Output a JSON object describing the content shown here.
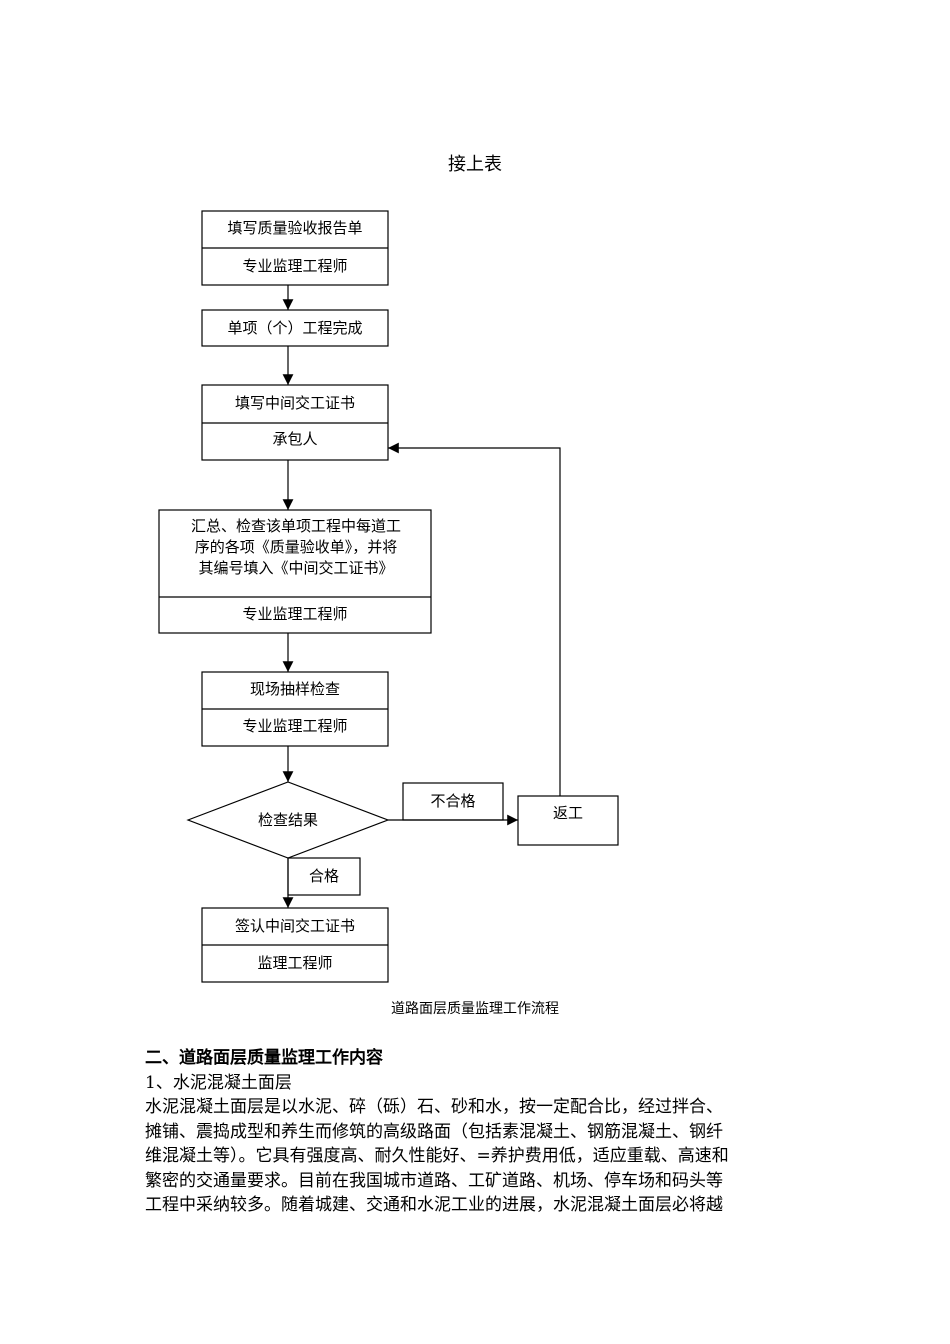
{
  "doc": {
    "title": "接上表",
    "caption": "道路面层质量监理工作流程",
    "section_heading": "二、道路面层质量监理工作内容",
    "subheading": "1、水泥混凝土面层",
    "body_lines": [
      "水泥混凝土面层是以水泥、碎（砾）石、砂和水，按一定配合比，经过拌合、",
      "摊铺、震捣成型和养生而修筑的高级路面（包括素混凝土、钢筋混凝土、钢纤",
      "维混凝土等）。它具有强度高、耐久性能好、=养护费用低，适应重载、高速和",
      "繁密的交通量要求。目前在我国城市道路、工矿道路、机场、停车场和码头等",
      "工程中采纳较多。随着城建、交通和水泥工业的进展，水泥混凝土面层必将越"
    ]
  },
  "flow": {
    "box1": {
      "top": "填写质量验收报告单",
      "bottom": "专业监理工程师"
    },
    "box2": "单项（个）工程完成",
    "box3": {
      "top": "填写中间交工证书",
      "bottom": "承包人"
    },
    "box4": {
      "lines": [
        "汇总、检查该单项工程中每道工",
        "序的各项《质量验收单》，并将",
        "其编号填入《中间交工证书》"
      ],
      "bottom": "专业监理工程师"
    },
    "box5": {
      "top": "现场抽样检查",
      "bottom": "专业监理工程师"
    },
    "decision": "检查结果",
    "fail_label": "不合格",
    "rework": "返工",
    "pass_label": "合格",
    "box6": {
      "top": "签认中间交工证书",
      "bottom": "监理工程师"
    }
  }
}
